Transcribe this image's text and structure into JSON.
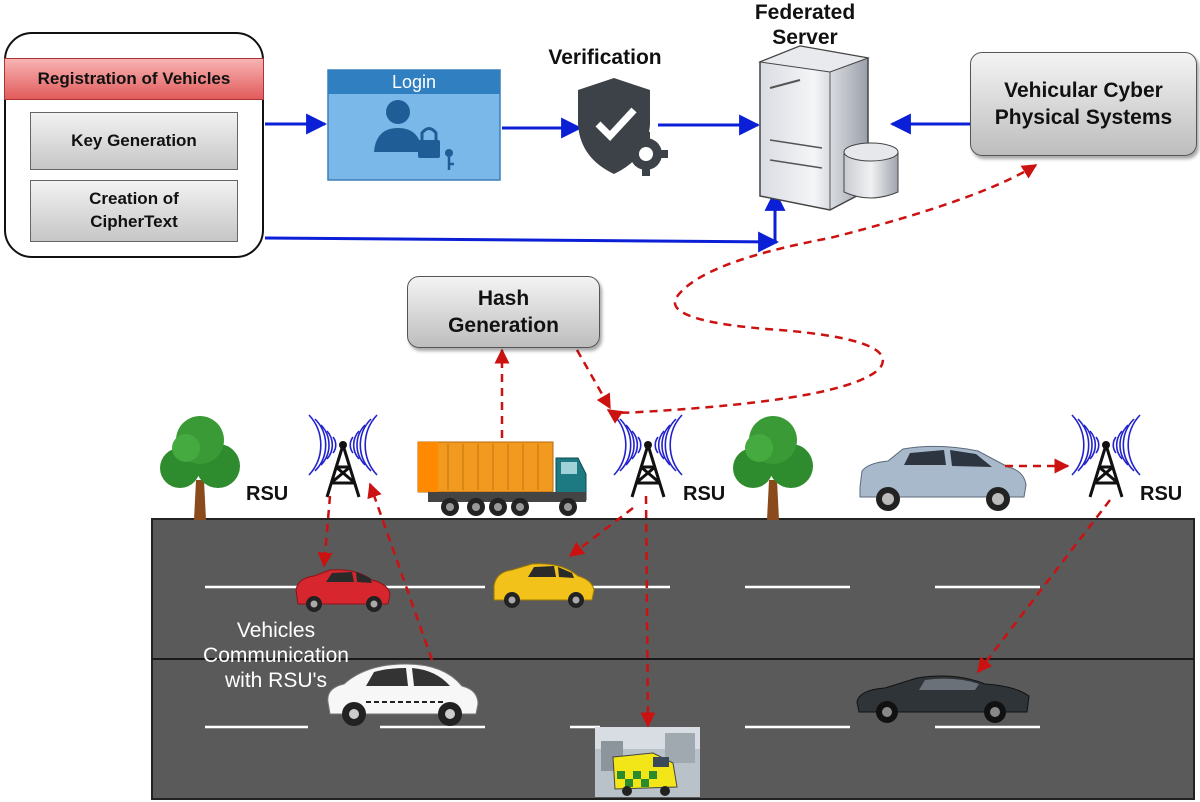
{
  "registration": {
    "title": "Registration of Vehicles",
    "items": [
      "Key Generation",
      "Creation of\nCipherText"
    ]
  },
  "login": {
    "title": "Login"
  },
  "verification": {
    "label": "Verification"
  },
  "server": {
    "label": "Federated\nServer"
  },
  "vcps": {
    "label": "Vehicular Cyber\nPhysical Systems"
  },
  "hash": {
    "label": "Hash\nGeneration"
  },
  "rsu": {
    "label": "RSU"
  },
  "road_caption": "Vehicles\nCommunication\nwith RSU's",
  "colors": {
    "flow_arrow": "#0b1fd6",
    "dashed_arrow": "#cc1111",
    "road": "#5a5a5a",
    "registration_header": "#e86b6b",
    "login_panel": "#7ab8ea",
    "rsu_waves": "#2222cc"
  }
}
